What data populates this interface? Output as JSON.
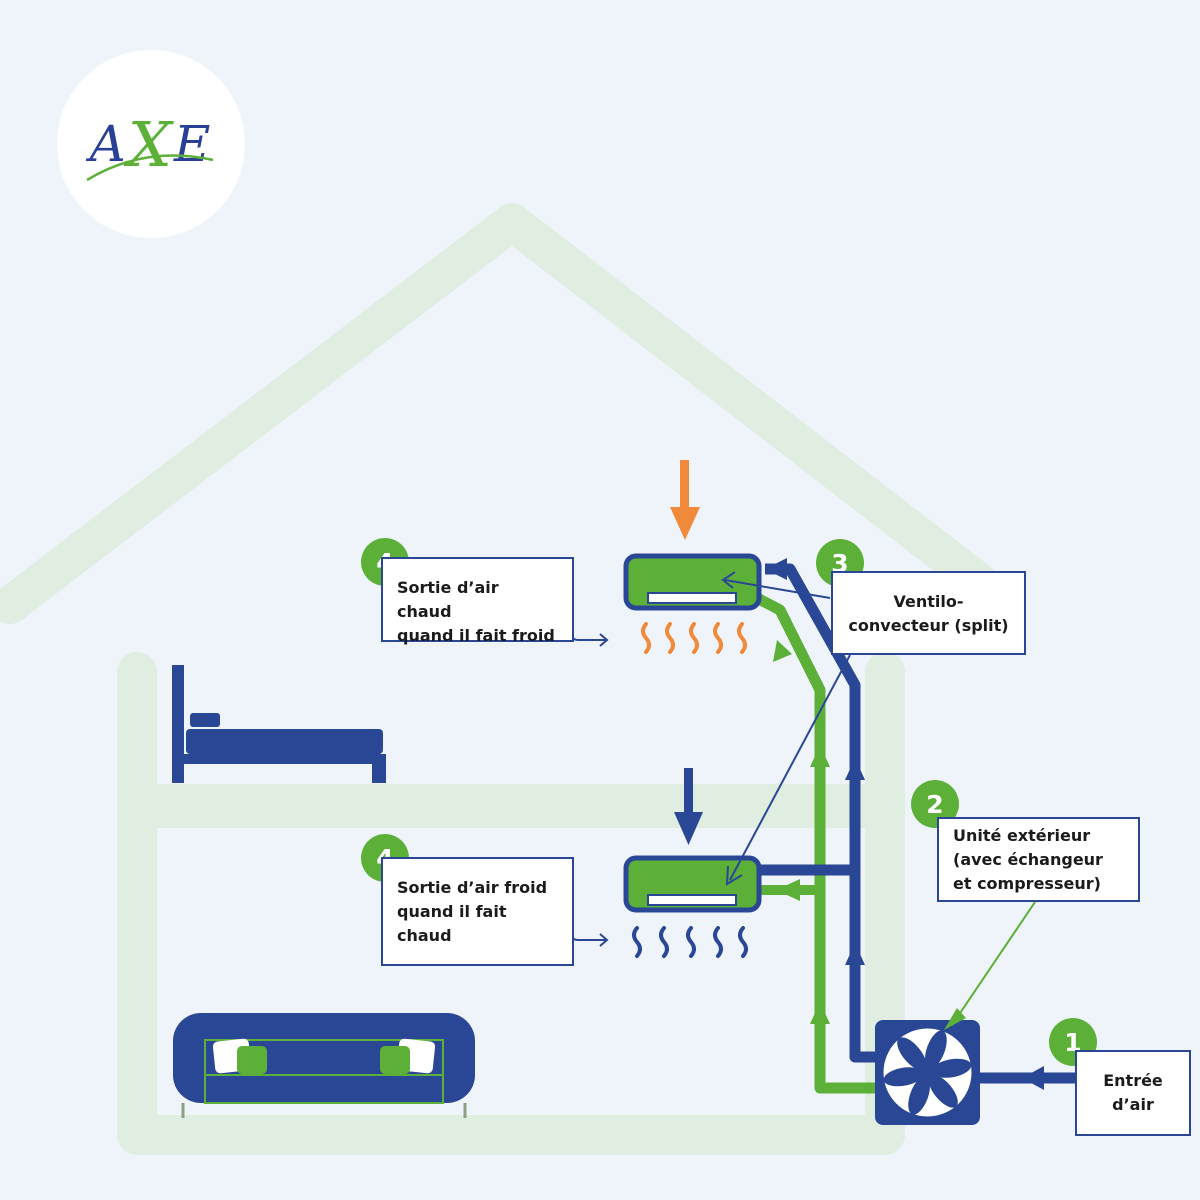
{
  "logo": {
    "letter_a": "A",
    "letter_x": "X",
    "letter_e": "E"
  },
  "colors": {
    "blue": "#2a4795",
    "green": "#5cb038",
    "orange": "#f08a3a",
    "house": "#dfeee0",
    "background": "#eff4fb"
  },
  "icons": [
    "fan-icon",
    "bed-icon",
    "sofa-icon",
    "ac-unit-icon",
    "heat-wave-icon",
    "cold-wave-icon"
  ],
  "steps": [
    {
      "number": "1",
      "label": "Entrée d’air"
    },
    {
      "number": "2",
      "label": "Unité extérieur (avec échangeur et compresseur)"
    },
    {
      "number": "3",
      "label": "Ventilo-convecteur (split)"
    },
    {
      "number": "4",
      "label": "Sortie d’air chaud quand il fait froid"
    },
    {
      "number": "4",
      "label": "Sortie d’air froid quand il fait chaud"
    }
  ],
  "labels": {
    "entree_line1": "Entrée",
    "entree_line2": "d’air",
    "unite_line1": "Unité extérieur",
    "unite_line2": "(avec échangeur",
    "unite_line3": "et compresseur)",
    "ventilo_line1": "Ventilo-",
    "ventilo_line2": "convecteur (split)",
    "chaud_line1": "Sortie d’air chaud",
    "chaud_line2": "quand il fait froid",
    "froid_line1": "Sortie d’air froid",
    "froid_line2": "quand il fait",
    "froid_line3": "chaud"
  }
}
